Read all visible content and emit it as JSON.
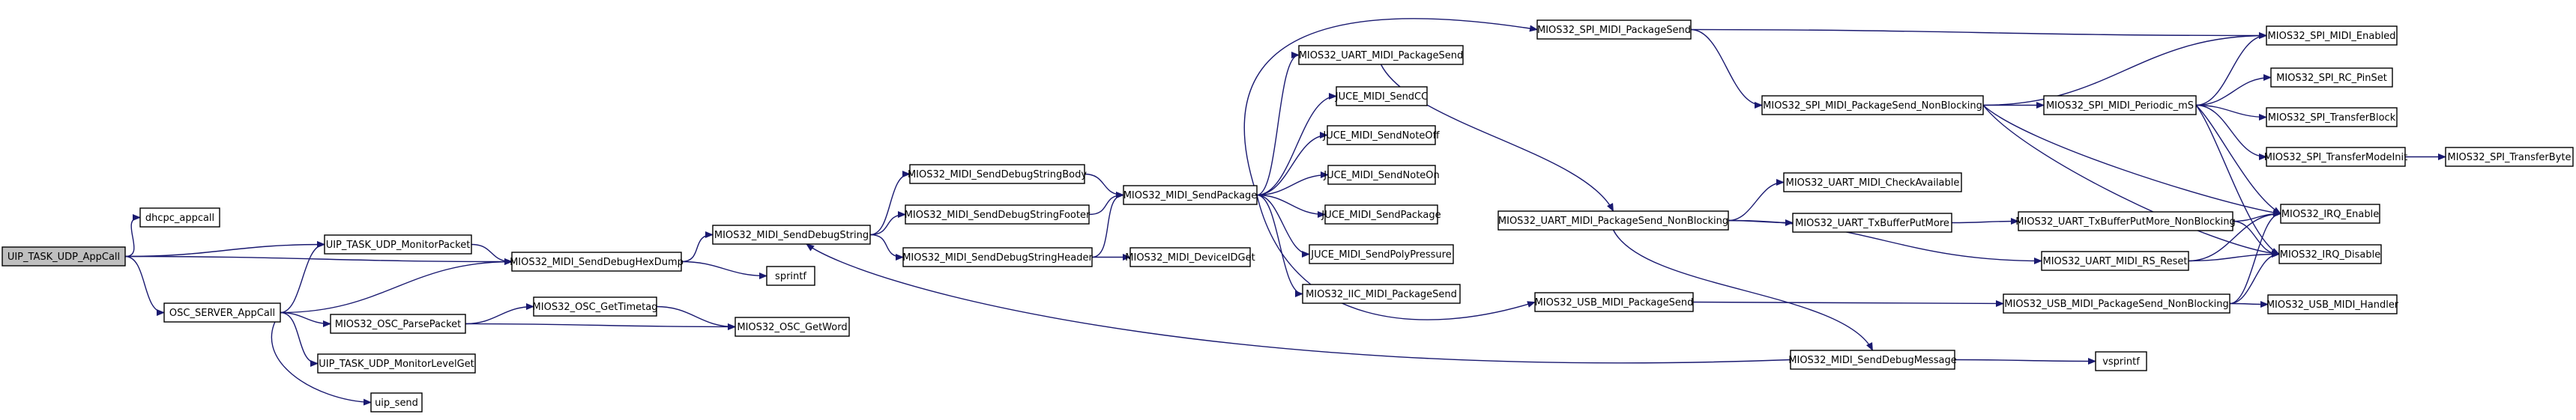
{
  "graph": {
    "title": "",
    "colors": {
      "edge": "#191970",
      "node_border": "#000000",
      "node_fill": "#ffffff",
      "root_fill": "#bfbfbf"
    },
    "root": "UIP_TASK_UDP_AppCall",
    "nodes": [
      {
        "id": "UIP_TASK_UDP_AppCall",
        "label": "UIP_TASK_UDP_AppCall"
      },
      {
        "id": "dhcpc_appcall",
        "label": "dhcpc_appcall"
      },
      {
        "id": "UIP_TASK_UDP_MonitorPacket",
        "label": "UIP_TASK_UDP_MonitorPacket"
      },
      {
        "id": "OSC_SERVER_AppCall",
        "label": "OSC_SERVER_AppCall"
      },
      {
        "id": "MIOS32_MIDI_SendDebugHexDump",
        "label": "MIOS32_MIDI_SendDebugHexDump"
      },
      {
        "id": "MIOS32_OSC_ParsePacket",
        "label": "MIOS32_OSC_ParsePacket"
      },
      {
        "id": "UIP_TASK_UDP_MonitorLevelGet",
        "label": "UIP_TASK_UDP_MonitorLevelGet"
      },
      {
        "id": "uip_send",
        "label": "uip_send"
      },
      {
        "id": "MIOS32_OSC_GetTimetag",
        "label": "MIOS32_OSC_GetTimetag"
      },
      {
        "id": "MIOS32_OSC_GetWord",
        "label": "MIOS32_OSC_GetWord"
      },
      {
        "id": "MIOS32_MIDI_SendDebugString",
        "label": "MIOS32_MIDI_SendDebugString"
      },
      {
        "id": "sprintf",
        "label": "sprintf"
      },
      {
        "id": "MIOS32_MIDI_SendDebugStringBody",
        "label": "MIOS32_MIDI_SendDebugStringBody"
      },
      {
        "id": "MIOS32_MIDI_SendDebugStringFooter",
        "label": "MIOS32_MIDI_SendDebugStringFooter"
      },
      {
        "id": "MIOS32_MIDI_SendDebugStringHeader",
        "label": "MIOS32_MIDI_SendDebugStringHeader"
      },
      {
        "id": "MIOS32_MIDI_SendPackage",
        "label": "MIOS32_MIDI_SendPackage"
      },
      {
        "id": "MIOS32_MIDI_DeviceIDGet",
        "label": "MIOS32_MIDI_DeviceIDGet"
      },
      {
        "id": "MIOS32_UART_MIDI_PackageSend",
        "label": "MIOS32_UART_MIDI_PackageSend"
      },
      {
        "id": "JUCE_MIDI_SendCC",
        "label": "JUCE_MIDI_SendCC"
      },
      {
        "id": "JUCE_MIDI_SendNoteOff",
        "label": "JUCE_MIDI_SendNoteOff"
      },
      {
        "id": "JUCE_MIDI_SendNoteOn",
        "label": "JUCE_MIDI_SendNoteOn"
      },
      {
        "id": "JUCE_MIDI_SendPackage",
        "label": "JUCE_MIDI_SendPackage"
      },
      {
        "id": "JUCE_MIDI_SendPolyPressure",
        "label": "JUCE_MIDI_SendPolyPressure"
      },
      {
        "id": "MIOS32_IIC_MIDI_PackageSend",
        "label": "MIOS32_IIC_MIDI_PackageSend"
      },
      {
        "id": "MIOS32_SPI_MIDI_PackageSend",
        "label": "MIOS32_SPI_MIDI_PackageSend"
      },
      {
        "id": "MIOS32_UART_MIDI_PackageSend_NonBlocking",
        "label": "MIOS32_UART_MIDI_PackageSend_NonBlocking"
      },
      {
        "id": "MIOS32_USB_MIDI_PackageSend",
        "label": "MIOS32_USB_MIDI_PackageSend"
      },
      {
        "id": "MIOS32_MIDI_SendDebugMessage",
        "label": "MIOS32_MIDI_SendDebugMessage"
      },
      {
        "id": "MIOS32_SPI_MIDI_PackageSend_NonBlocking",
        "label": "MIOS32_SPI_MIDI_PackageSend_NonBlocking"
      },
      {
        "id": "MIOS32_UART_MIDI_CheckAvailable",
        "label": "MIOS32_UART_MIDI_CheckAvailable"
      },
      {
        "id": "MIOS32_UART_TxBufferPutMore",
        "label": "MIOS32_UART_TxBufferPutMore"
      },
      {
        "id": "MIOS32_UART_MIDI_RS_Reset",
        "label": "MIOS32_UART_MIDI_RS_Reset"
      },
      {
        "id": "MIOS32_USB_MIDI_PackageSend_NonBlocking",
        "label": "MIOS32_USB_MIDI_PackageSend_NonBlocking"
      },
      {
        "id": "vsprintf",
        "label": "vsprintf"
      },
      {
        "id": "MIOS32_SPI_MIDI_Periodic_mS",
        "label": "MIOS32_SPI_MIDI_Periodic_mS"
      },
      {
        "id": "MIOS32_UART_TxBufferPutMore_NonBlocking",
        "label": "MIOS32_UART_TxBufferPutMore_NonBlocking"
      },
      {
        "id": "MIOS32_SPI_MIDI_Enabled",
        "label": "MIOS32_SPI_MIDI_Enabled"
      },
      {
        "id": "MIOS32_SPI_RC_PinSet",
        "label": "MIOS32_SPI_RC_PinSet"
      },
      {
        "id": "MIOS32_SPI_TransferBlock",
        "label": "MIOS32_SPI_TransferBlock"
      },
      {
        "id": "MIOS32_SPI_TransferModeInit",
        "label": "MIOS32_SPI_TransferModeInit"
      },
      {
        "id": "MIOS32_IRQ_Enable",
        "label": "MIOS32_IRQ_Enable"
      },
      {
        "id": "MIOS32_IRQ_Disable",
        "label": "MIOS32_IRQ_Disable"
      },
      {
        "id": "MIOS32_USB_MIDI_Handler",
        "label": "MIOS32_USB_MIDI_Handler"
      },
      {
        "id": "MIOS32_SPI_TransferByte",
        "label": "MIOS32_SPI_TransferByte"
      }
    ],
    "edges": [
      [
        "UIP_TASK_UDP_AppCall",
        "dhcpc_appcall"
      ],
      [
        "UIP_TASK_UDP_AppCall",
        "UIP_TASK_UDP_MonitorPacket"
      ],
      [
        "UIP_TASK_UDP_AppCall",
        "MIOS32_MIDI_SendDebugHexDump"
      ],
      [
        "UIP_TASK_UDP_AppCall",
        "OSC_SERVER_AppCall"
      ],
      [
        "UIP_TASK_UDP_MonitorPacket",
        "MIOS32_MIDI_SendDebugHexDump"
      ],
      [
        "OSC_SERVER_AppCall",
        "UIP_TASK_UDP_MonitorPacket"
      ],
      [
        "OSC_SERVER_AppCall",
        "MIOS32_MIDI_SendDebugHexDump"
      ],
      [
        "OSC_SERVER_AppCall",
        "MIOS32_OSC_ParsePacket"
      ],
      [
        "OSC_SERVER_AppCall",
        "UIP_TASK_UDP_MonitorLevelGet"
      ],
      [
        "OSC_SERVER_AppCall",
        "uip_send"
      ],
      [
        "MIOS32_OSC_ParsePacket",
        "MIOS32_OSC_GetTimetag"
      ],
      [
        "MIOS32_OSC_ParsePacket",
        "MIOS32_OSC_GetWord"
      ],
      [
        "MIOS32_OSC_GetTimetag",
        "MIOS32_OSC_GetWord"
      ],
      [
        "MIOS32_MIDI_SendDebugHexDump",
        "MIOS32_MIDI_SendDebugString"
      ],
      [
        "MIOS32_MIDI_SendDebugHexDump",
        "sprintf"
      ],
      [
        "MIOS32_MIDI_SendDebugString",
        "MIOS32_MIDI_SendDebugStringBody"
      ],
      [
        "MIOS32_MIDI_SendDebugString",
        "MIOS32_MIDI_SendDebugStringFooter"
      ],
      [
        "MIOS32_MIDI_SendDebugString",
        "MIOS32_MIDI_SendDebugStringHeader"
      ],
      [
        "MIOS32_MIDI_SendDebugStringBody",
        "MIOS32_MIDI_SendPackage"
      ],
      [
        "MIOS32_MIDI_SendDebugStringFooter",
        "MIOS32_MIDI_SendPackage"
      ],
      [
        "MIOS32_MIDI_SendDebugStringHeader",
        "MIOS32_MIDI_SendPackage"
      ],
      [
        "MIOS32_MIDI_SendDebugStringHeader",
        "MIOS32_MIDI_DeviceIDGet"
      ],
      [
        "MIOS32_MIDI_SendPackage",
        "MIOS32_UART_MIDI_PackageSend"
      ],
      [
        "MIOS32_MIDI_SendPackage",
        "JUCE_MIDI_SendCC"
      ],
      [
        "MIOS32_MIDI_SendPackage",
        "JUCE_MIDI_SendNoteOff"
      ],
      [
        "MIOS32_MIDI_SendPackage",
        "JUCE_MIDI_SendNoteOn"
      ],
      [
        "MIOS32_MIDI_SendPackage",
        "JUCE_MIDI_SendPackage"
      ],
      [
        "MIOS32_MIDI_SendPackage",
        "JUCE_MIDI_SendPolyPressure"
      ],
      [
        "MIOS32_MIDI_SendPackage",
        "MIOS32_IIC_MIDI_PackageSend"
      ],
      [
        "MIOS32_MIDI_SendPackage",
        "MIOS32_SPI_MIDI_PackageSend"
      ],
      [
        "MIOS32_MIDI_SendPackage",
        "MIOS32_USB_MIDI_PackageSend"
      ],
      [
        "MIOS32_UART_MIDI_PackageSend",
        "MIOS32_UART_MIDI_PackageSend_NonBlocking"
      ],
      [
        "MIOS32_SPI_MIDI_PackageSend",
        "MIOS32_SPI_MIDI_Enabled"
      ],
      [
        "MIOS32_SPI_MIDI_PackageSend",
        "MIOS32_SPI_MIDI_PackageSend_NonBlocking"
      ],
      [
        "MIOS32_SPI_MIDI_PackageSend_NonBlocking",
        "MIOS32_SPI_MIDI_Enabled"
      ],
      [
        "MIOS32_SPI_MIDI_PackageSend_NonBlocking",
        "MIOS32_SPI_MIDI_Periodic_mS"
      ],
      [
        "MIOS32_SPI_MIDI_PackageSend_NonBlocking",
        "MIOS32_IRQ_Enable"
      ],
      [
        "MIOS32_SPI_MIDI_PackageSend_NonBlocking",
        "MIOS32_IRQ_Disable"
      ],
      [
        "MIOS32_SPI_MIDI_Periodic_mS",
        "MIOS32_SPI_MIDI_Enabled"
      ],
      [
        "MIOS32_SPI_MIDI_Periodic_mS",
        "MIOS32_SPI_RC_PinSet"
      ],
      [
        "MIOS32_SPI_MIDI_Periodic_mS",
        "MIOS32_SPI_TransferBlock"
      ],
      [
        "MIOS32_SPI_MIDI_Periodic_mS",
        "MIOS32_SPI_TransferModeInit"
      ],
      [
        "MIOS32_SPI_MIDI_Periodic_mS",
        "MIOS32_IRQ_Enable"
      ],
      [
        "MIOS32_SPI_MIDI_Periodic_mS",
        "MIOS32_IRQ_Disable"
      ],
      [
        "MIOS32_SPI_TransferModeInit",
        "MIOS32_SPI_TransferByte"
      ],
      [
        "MIOS32_UART_MIDI_PackageSend_NonBlocking",
        "MIOS32_UART_MIDI_CheckAvailable"
      ],
      [
        "MIOS32_UART_MIDI_PackageSend_NonBlocking",
        "MIOS32_UART_TxBufferPutMore"
      ],
      [
        "MIOS32_UART_MIDI_PackageSend_NonBlocking",
        "MIOS32_UART_MIDI_RS_Reset"
      ],
      [
        "MIOS32_UART_MIDI_PackageSend_NonBlocking",
        "MIOS32_MIDI_SendDebugMessage"
      ],
      [
        "MIOS32_UART_TxBufferPutMore",
        "MIOS32_UART_TxBufferPutMore_NonBlocking"
      ],
      [
        "MIOS32_UART_TxBufferPutMore_NonBlocking",
        "MIOS32_IRQ_Enable"
      ],
      [
        "MIOS32_UART_TxBufferPutMore_NonBlocking",
        "MIOS32_IRQ_Disable"
      ],
      [
        "MIOS32_UART_MIDI_RS_Reset",
        "MIOS32_IRQ_Enable"
      ],
      [
        "MIOS32_UART_MIDI_RS_Reset",
        "MIOS32_IRQ_Disable"
      ],
      [
        "MIOS32_USB_MIDI_PackageSend",
        "MIOS32_USB_MIDI_PackageSend_NonBlocking"
      ],
      [
        "MIOS32_USB_MIDI_PackageSend_NonBlocking",
        "MIOS32_IRQ_Enable"
      ],
      [
        "MIOS32_USB_MIDI_PackageSend_NonBlocking",
        "MIOS32_IRQ_Disable"
      ],
      [
        "MIOS32_USB_MIDI_PackageSend_NonBlocking",
        "MIOS32_USB_MIDI_Handler"
      ],
      [
        "MIOS32_MIDI_SendDebugMessage",
        "MIOS32_MIDI_SendDebugString"
      ],
      [
        "MIOS32_MIDI_SendDebugMessage",
        "vsprintf"
      ]
    ]
  }
}
